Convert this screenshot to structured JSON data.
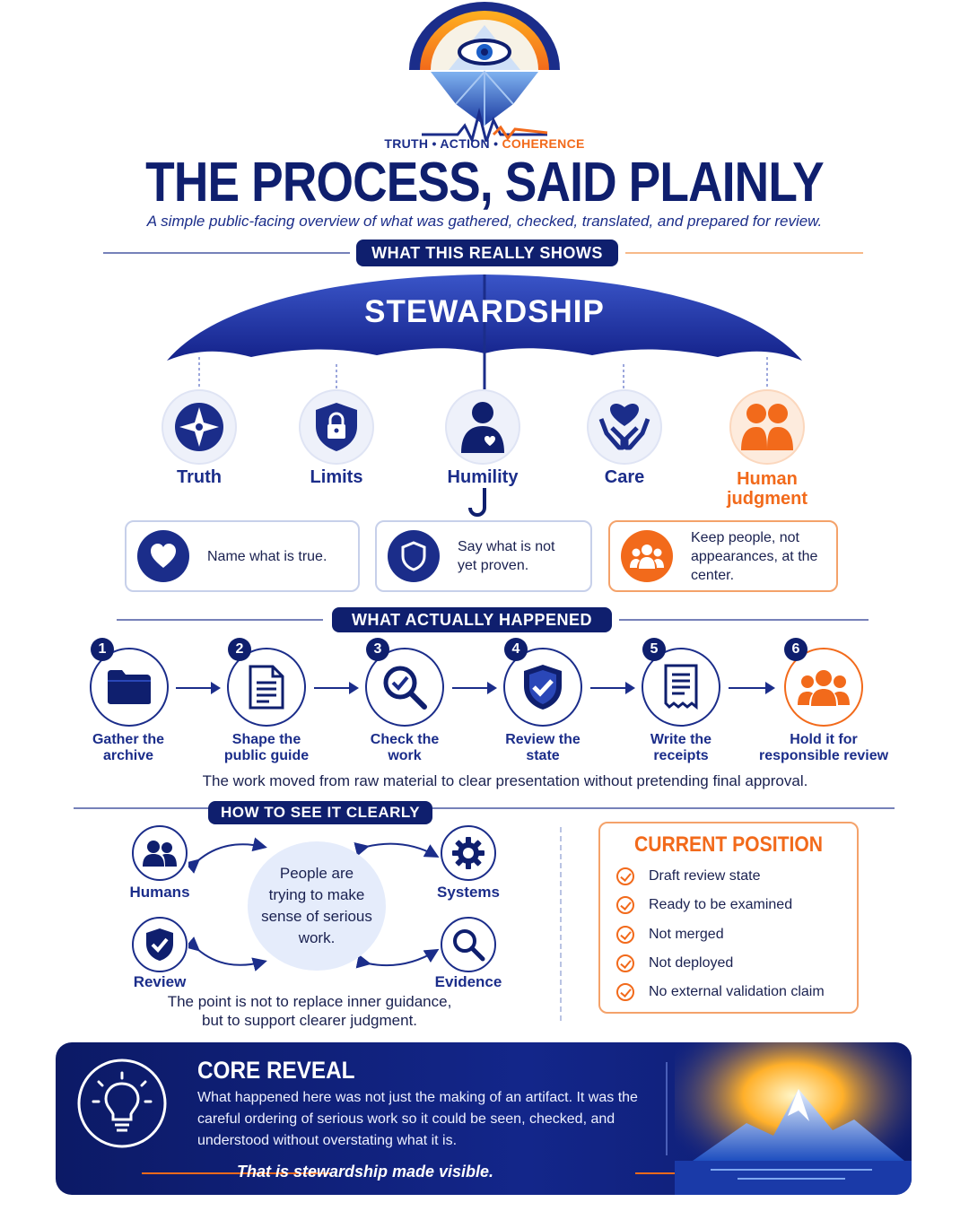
{
  "header": {
    "tagline_part1": "TRUTH",
    "tagline_sep1": "•",
    "tagline_part2": "ACTION",
    "tagline_sep2": "•",
    "tagline_part3": "COHERENCE",
    "title": "THE PROCESS, SAID PLAINLY",
    "subtitle": "A simple public-facing overview of what was gathered, checked, translated, and prepared for review."
  },
  "shows": {
    "heading": "WHAT THIS REALLY SHOWS",
    "umbrella_label": "STEWARDSHIP",
    "virtues": [
      {
        "label": "Truth",
        "icon": "compass-star-icon"
      },
      {
        "label": "Limits",
        "icon": "shield-lock-icon"
      },
      {
        "label": "Humility",
        "icon": "person-heart-icon"
      },
      {
        "label": "Care",
        "icon": "hands-heart-icon"
      },
      {
        "label": "Human judgment",
        "icon": "people-icon"
      }
    ],
    "cards": [
      {
        "text": "Name what is true.",
        "icon": "heart-icon"
      },
      {
        "text": "Say what is not yet proven.",
        "icon": "shield-icon"
      },
      {
        "text": "Keep people, not appearances, at the center.",
        "icon": "group-icon"
      }
    ]
  },
  "happened": {
    "heading": "WHAT ACTUALLY HAPPENED",
    "steps": [
      {
        "num": "1",
        "line1": "Gather the",
        "line2": "archive",
        "icon": "folder-icon"
      },
      {
        "num": "2",
        "line1": "Shape the",
        "line2": "public guide",
        "icon": "document-icon"
      },
      {
        "num": "3",
        "line1": "Check the",
        "line2": "work",
        "icon": "magnifier-check-icon"
      },
      {
        "num": "4",
        "line1": "Review the",
        "line2": "state",
        "icon": "shield-check-icon"
      },
      {
        "num": "5",
        "line1": "Write the",
        "line2": "receipts",
        "icon": "receipt-icon"
      },
      {
        "num": "6",
        "line1": "Hold it for",
        "line2": "responsible review",
        "icon": "group-icon"
      }
    ],
    "summary": "The work moved from raw material to clear presentation without pretending final approval."
  },
  "see": {
    "heading": "HOW TO SEE IT CLEARLY",
    "nodes": [
      {
        "label": "Humans",
        "icon": "people-icon"
      },
      {
        "label": "Systems",
        "icon": "gear-icon"
      },
      {
        "label": "Review",
        "icon": "shield-check-icon"
      },
      {
        "label": "Evidence",
        "icon": "magnifier-icon"
      }
    ],
    "center": "People are trying to make sense of serious work.",
    "footer_line1": "The point is not to replace inner guidance,",
    "footer_line2": "but to support clearer judgment."
  },
  "position": {
    "title": "CURRENT POSITION",
    "items": [
      "Draft review state",
      "Ready to be examined",
      "Not merged",
      "Not deployed",
      "No external validation claim"
    ]
  },
  "reveal": {
    "title": "CORE REVEAL",
    "body": "What happened here was not just the making of an artifact. It was the careful ordering of serious work so it could be seen, checked, and understood without overstating what it is.",
    "quote": "That is stewardship made visible."
  },
  "colors": {
    "navy": "#1b2d8a",
    "dark_navy": "#0f1f6e",
    "orange": "#f26a1b"
  }
}
